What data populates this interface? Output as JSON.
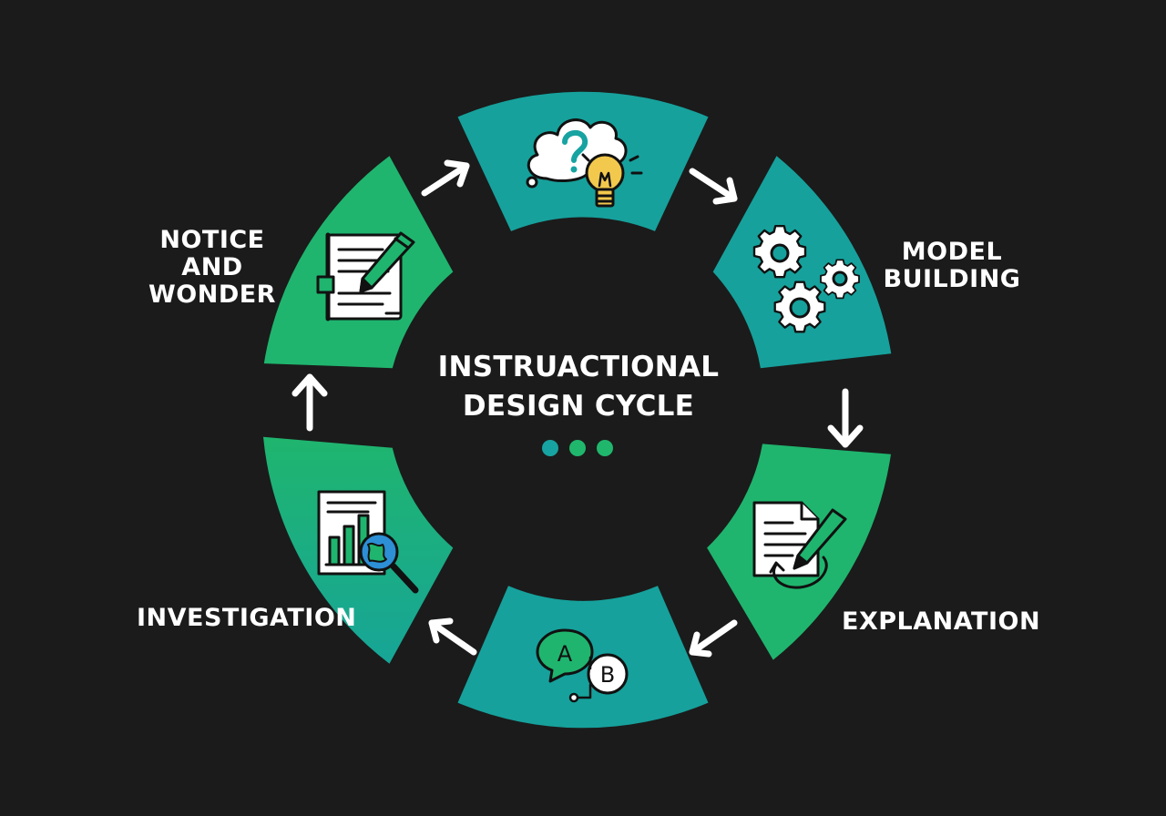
{
  "title": "INSTRUACTIONAL\nDESIGN CYCLE",
  "stages": [
    {
      "label": "NOTICE\nAND\nWONDER",
      "icon": "notes-pencil-icon"
    },
    {
      "label": "",
      "icon": "question-lightbulb-icon"
    },
    {
      "label": "MODEL\nBUILDING",
      "icon": "gears-icon"
    },
    {
      "label": "EXPLANATION",
      "icon": "document-pencil-icon"
    },
    {
      "label": "",
      "icon": "ab-speech-icon"
    },
    {
      "label": "INVESTIGATION",
      "icon": "chart-magnifier-icon"
    }
  ],
  "colors": {
    "background": "#1b1b1b",
    "green": "#1fb56e",
    "teal": "#16a19c",
    "dot_teal": "#17a3a1",
    "dot_green": "#20b76d",
    "arrow": "#ffffff"
  }
}
